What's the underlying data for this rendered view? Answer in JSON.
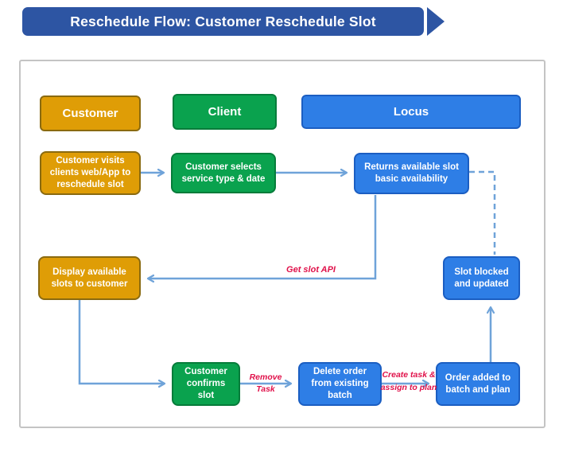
{
  "banner": {
    "title": "Reschedule Flow: Customer Reschedule Slot"
  },
  "lanes": {
    "customer": {
      "label": "Customer"
    },
    "client": {
      "label": "Client"
    },
    "locus": {
      "label": "Locus"
    }
  },
  "nodes": {
    "visit": {
      "lane": "customer",
      "label": "Customer visits clients web/App to reschedule slot"
    },
    "selects": {
      "lane": "client",
      "label": "Customer selects service type & date"
    },
    "returns": {
      "lane": "locus",
      "label": "Returns available slot basic availability"
    },
    "display": {
      "lane": "customer",
      "label": "Display available slots to customer"
    },
    "slot_blocked": {
      "lane": "locus",
      "label": "Slot blocked and updated"
    },
    "confirms": {
      "lane": "client",
      "label": "Customer confirms slot"
    },
    "delete_order": {
      "lane": "locus",
      "label": "Delete order from existing batch"
    },
    "order_added": {
      "lane": "locus",
      "label": "Order added to batch and plan"
    }
  },
  "edge_labels": {
    "get_slot_api": "Get slot API",
    "remove_task": "Remove Task",
    "create_task_line1": "Create task &",
    "create_task_line2": "assign to plan"
  },
  "edges": [
    {
      "from": "visit",
      "to": "selects",
      "style": "solid"
    },
    {
      "from": "selects",
      "to": "returns",
      "style": "solid"
    },
    {
      "from": "returns",
      "to": "display",
      "style": "solid",
      "label": "Get slot API"
    },
    {
      "from": "display",
      "to": "confirms",
      "style": "solid"
    },
    {
      "from": "confirms",
      "to": "delete_order",
      "style": "solid",
      "label": "Remove Task"
    },
    {
      "from": "delete_order",
      "to": "order_added",
      "style": "solid",
      "label": "Create task & assign to plan"
    },
    {
      "from": "order_added",
      "to": "slot_blocked",
      "style": "solid"
    },
    {
      "from": "returns",
      "to": "slot_blocked",
      "style": "dashed"
    }
  ],
  "theme": {
    "banner_blue": "#2d55a3",
    "lane_orange": "#df9d06",
    "lane_orange_border": "#8a6a10",
    "lane_green": "#0aa24e",
    "lane_green_border": "#067c3a",
    "lane_blue": "#2e7ee6",
    "lane_blue_border": "#1b5ec2",
    "arrow_blue": "#6fa3d9",
    "label_red": "#e0114a",
    "frame_border": "#c4c4c4"
  }
}
